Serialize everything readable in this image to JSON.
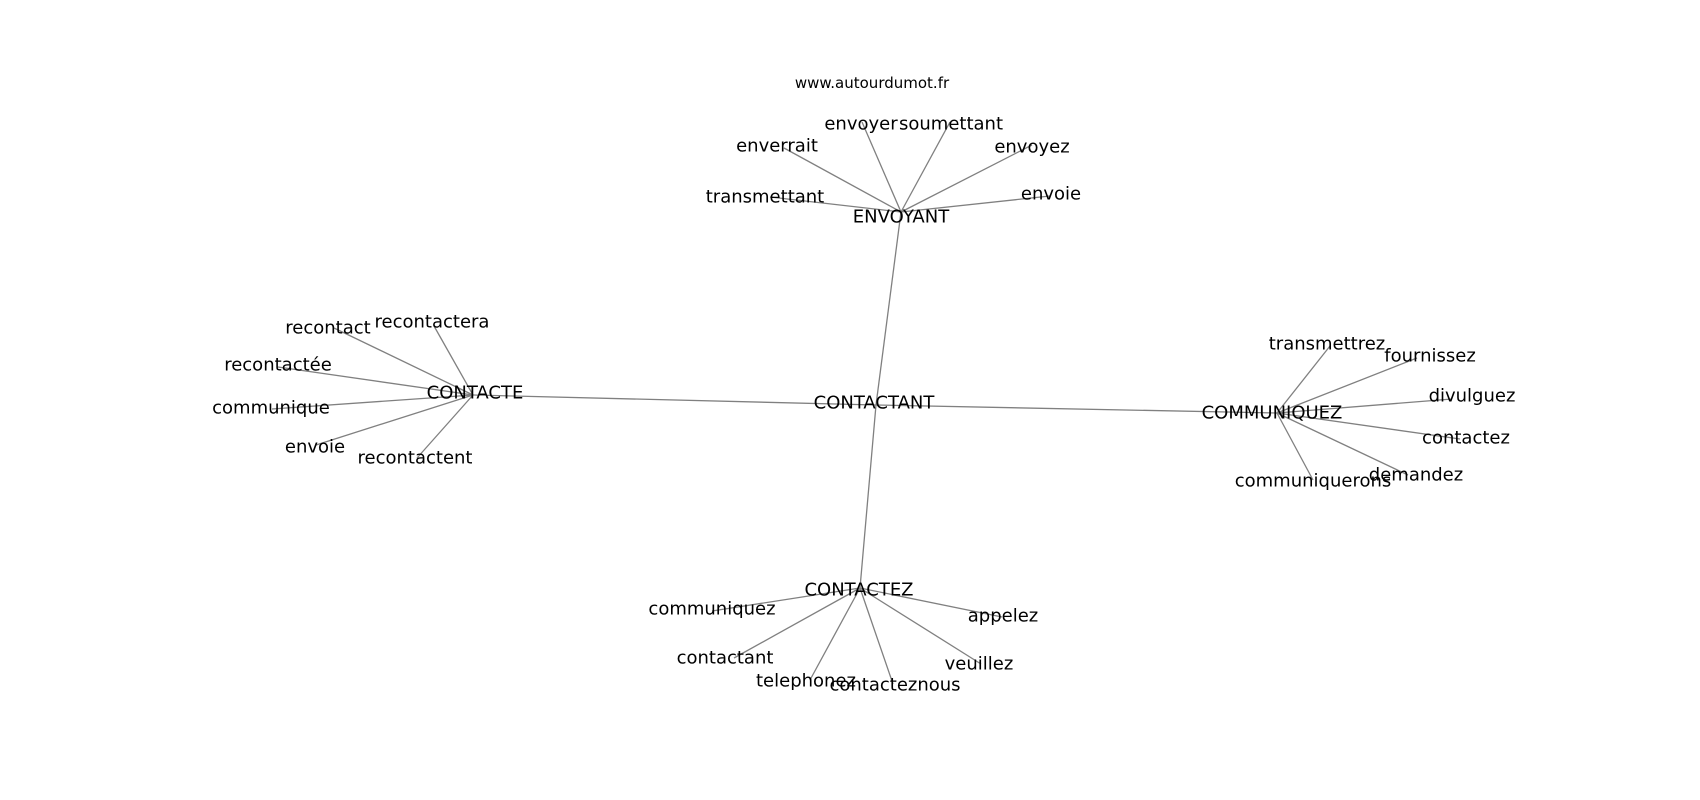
{
  "watermark": "www.autourdumot.fr",
  "center": "CONTACTANT",
  "hubs": [
    {
      "id": "envoyant",
      "label": "ENVOYANT",
      "leaves": [
        "envoyer",
        "soumettant",
        "enverrait",
        "envoyez",
        "transmettant",
        "envoie"
      ]
    },
    {
      "id": "contacte",
      "label": "CONTACTE",
      "leaves": [
        "recontact",
        "recontactera",
        "recontactée",
        "communique",
        "envoie",
        "recontactent"
      ]
    },
    {
      "id": "communiquez",
      "label": "COMMUNIQUEZ",
      "leaves": [
        "transmettrez",
        "fournissez",
        "divulguez",
        "contactez",
        "demandez",
        "communiquerons"
      ]
    },
    {
      "id": "contactez",
      "label": "CONTACTEZ",
      "leaves": [
        "communiquez",
        "appelez",
        "contactant",
        "veuillez",
        "telephonez",
        "contacteznous"
      ]
    }
  ]
}
